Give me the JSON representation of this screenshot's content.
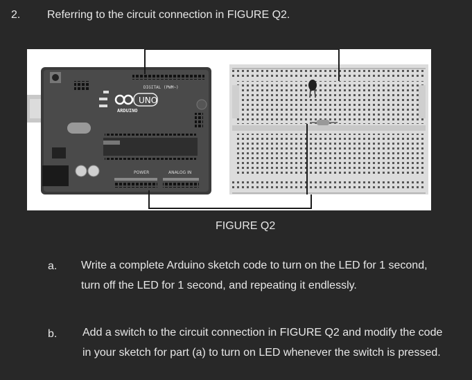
{
  "question_number": "2.",
  "intro": "Referring to the circuit connection in FIGURE Q2.",
  "figure": {
    "caption": "FIGURE Q2",
    "board_labels": {
      "uno": "UNO",
      "arduino": "ARDUINO",
      "digital": "DIGITAL (PWM~)",
      "power": "POWER",
      "analog": "ANALOG IN"
    }
  },
  "parts": [
    {
      "label": "a.",
      "lines": [
        "Write a complete Arduino sketch code to turn on the LED for 1 second,",
        "turn off the LED for 1 second, and repeating it  endlessly."
      ]
    },
    {
      "label": "b.",
      "lines": [
        "Add a switch to the circuit connection in FIGURE Q2 and modify the code",
        "in your sketch for part (a) to turn on LED whenever the switch is pressed."
      ]
    }
  ]
}
